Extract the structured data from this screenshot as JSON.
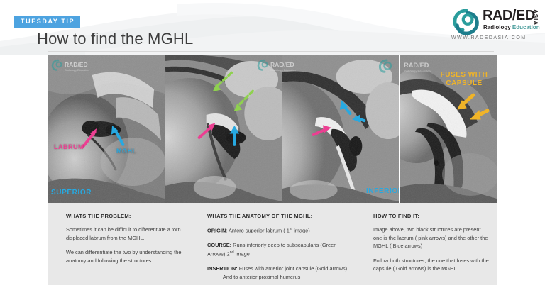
{
  "header": {
    "badge": "TUESDAY TIP",
    "title": "How to find the MGHL",
    "accent_blue": "#4da3e0"
  },
  "logo": {
    "wordmark": "RAD/ED",
    "asia": "ASIA",
    "sub_primary": "Radiology",
    "sub_secondary": "Education",
    "url": "WWW.RADEDASIA.COM",
    "mark_color": "#2a9d9c",
    "mark_color_dark": "#1b6b7a"
  },
  "panels": [
    {
      "id": "panel-1",
      "caption_order": "1st image",
      "labels": [
        {
          "name": "labrum-label",
          "text": "LABRUM",
          "color": "#ec3f92"
        },
        {
          "name": "mghl-label",
          "text": "MGHL",
          "color": "#27a9e1"
        },
        {
          "name": "superior-label",
          "text": "SUPERIOR",
          "color": "#27a9e1"
        }
      ],
      "arrows": [
        {
          "name": "pink-arrow-labrum",
          "color": "#ec3f92",
          "style": "solid"
        },
        {
          "name": "blue-arrow-mghl",
          "color": "#27a9e1",
          "style": "solid"
        }
      ]
    },
    {
      "id": "panel-2",
      "labels": [],
      "arrows": [
        {
          "name": "green-arrow-subscapularis-upper",
          "color": "#8fd14f",
          "style": "dashed"
        },
        {
          "name": "green-arrow-subscapularis-lower",
          "color": "#8fd14f",
          "style": "dashed"
        },
        {
          "name": "pink-arrow-labrum",
          "color": "#ec3f92",
          "style": "solid"
        },
        {
          "name": "blue-arrow-mghl",
          "color": "#27a9e1",
          "style": "solid"
        }
      ]
    },
    {
      "id": "panel-3",
      "labels": [],
      "arrows": [
        {
          "name": "blue-arrow-mghl-upper",
          "color": "#27a9e1",
          "style": "solid"
        },
        {
          "name": "blue-arrow-mghl-lower",
          "color": "#27a9e1",
          "style": "solid"
        },
        {
          "name": "pink-arrow-labrum",
          "color": "#ec3f92",
          "style": "solid"
        }
      ]
    },
    {
      "id": "panel-4",
      "labels": [
        {
          "name": "fuses-with-capsule-label",
          "text": "FUSES WITH CAPSULE",
          "color": "#f0b428"
        },
        {
          "name": "inferior-label",
          "text": "INFERIOR",
          "color": "#27a9e1"
        }
      ],
      "arrows": [
        {
          "name": "gold-arrow-capsule-upper",
          "color": "#f0b428",
          "style": "solid"
        },
        {
          "name": "gold-arrow-capsule-lower",
          "color": "#f0b428",
          "style": "solid"
        }
      ]
    }
  ],
  "columns": {
    "problem": {
      "heading": "WHATS THE PROBLEM:",
      "para1": "Sometimes it can be difficult to differentiate a torn displaced labrum from the MGHL.",
      "para2": "We can differentiate the two by understanding the anatomy and following the structures."
    },
    "anatomy": {
      "heading": "WHATS THE ANATOMY OF THE MGHL:",
      "origin_label": "ORIGIN",
      "origin_text": ": Antero superior labrum ( 1",
      "origin_sup": "st",
      "origin_tail": " image)",
      "course_label": "COURSE:",
      "course_text": " Runs inferiorly deep  to subscapularis (Green Arrows) 2",
      "course_sup": "nd",
      "course_tail": " image",
      "insertion_label": "INSERTION:",
      "insertion_text": "  Fuses with anterior joint capsule (Gold arrows)",
      "insertion_extra": "And to anterior proximal humerus"
    },
    "howto": {
      "heading": "HOW TO FIND IT:",
      "para1": "Image above, two black structures are present one is the labrum ( pink arrows) and the other the MGHL ( Blue arrows)",
      "para2": "Follow both structures, the one that fuses with the capsule ( Gold arrows) is the MGHL."
    }
  }
}
